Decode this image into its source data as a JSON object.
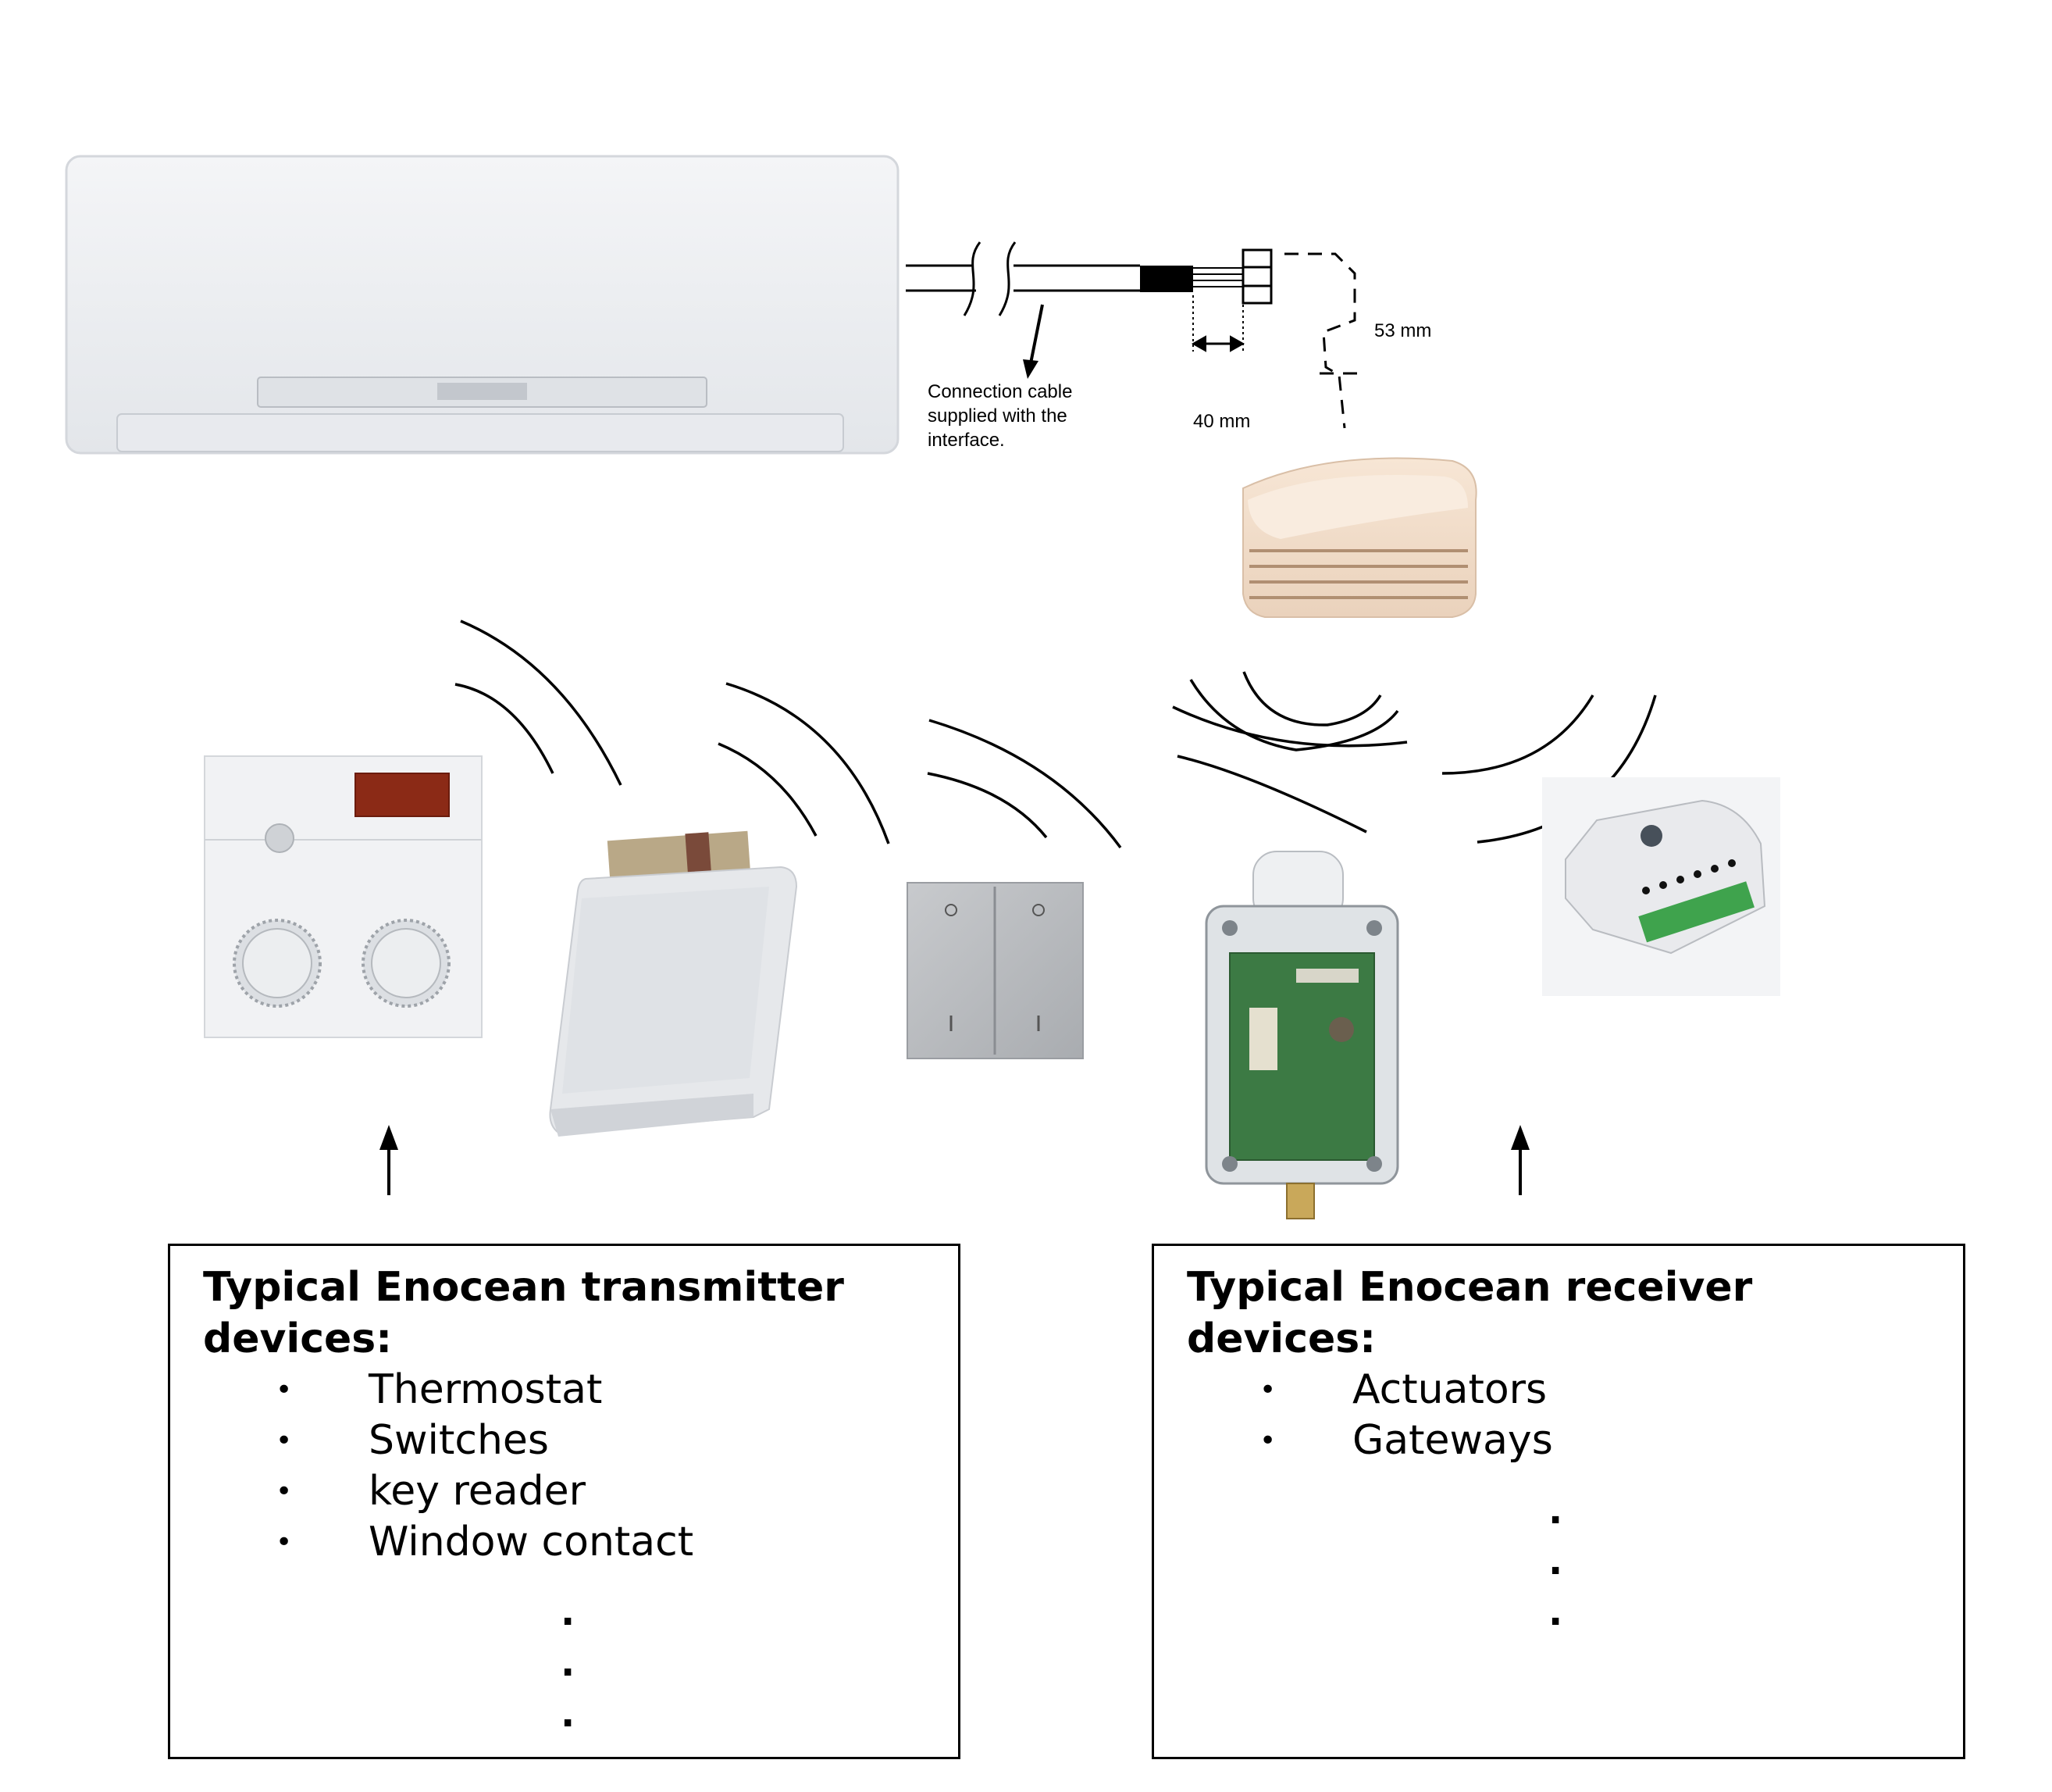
{
  "annotations": {
    "cable_note": [
      "Connection cable",
      "supplied with the",
      "interface."
    ],
    "dim_53": "53 mm",
    "dim_40": "40 mm"
  },
  "transmitter_box": {
    "title_words": [
      "Typical",
      "Enocean",
      "transmitter"
    ],
    "title_line2": "devices:",
    "bullet_glyph": "•",
    "items": [
      "Thermostat",
      "Switches",
      "key reader",
      "Window contact"
    ],
    "ellipsis": [
      ".",
      ".",
      "."
    ]
  },
  "receiver_box": {
    "title_words": [
      "Typical",
      "Enocean",
      "receiver"
    ],
    "title_line2": "devices:",
    "bullet_glyph": "•",
    "items": [
      "Actuators",
      "Gateways"
    ],
    "ellipsis": [
      ".",
      ".",
      "."
    ]
  },
  "colors": {
    "line": "#000000",
    "ac_body": "#eef0f3",
    "interface_box": "#f1dcc7",
    "pcb_green": "#3c7a44",
    "terminal_green": "#3fa34d"
  }
}
